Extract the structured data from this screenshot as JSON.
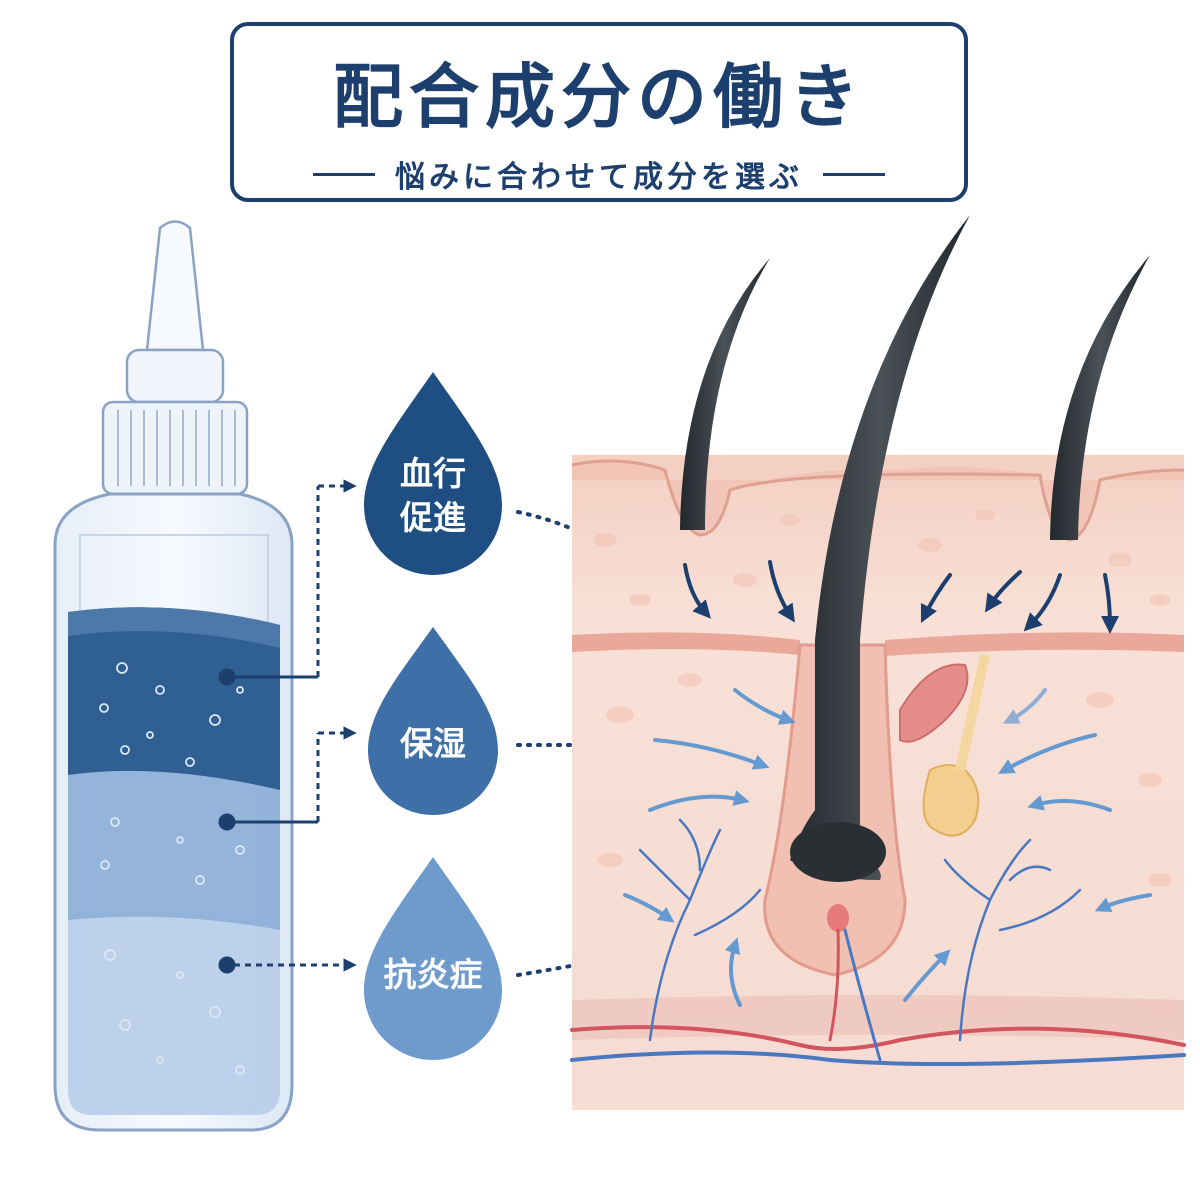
{
  "title": "配合成分の働き",
  "subtitle": "悩みに合わせて成分を選ぶ",
  "ingredients": [
    {
      "line1": "血行",
      "line2": "促進",
      "color": "#1f4f82"
    },
    {
      "line1": "保湿",
      "line2": "",
      "color": "#3e6fa6"
    },
    {
      "line1": "抗炎症",
      "line2": "",
      "color": "#6f9bcc"
    }
  ],
  "colors": {
    "accent": "#1c3f6e",
    "bottle_layer_top": "#2f5f93",
    "bottle_layer_middle": "#8fb0d8",
    "bottle_layer_bottom": "#b9cfea",
    "skin": "#f6dcd2",
    "hair": "#2f3438",
    "artery": "#d2545c",
    "vein": "#4a78c0"
  },
  "icons": [
    "dropper-bottle",
    "water-drop",
    "hair-follicle",
    "blood-vessel",
    "arrow"
  ]
}
